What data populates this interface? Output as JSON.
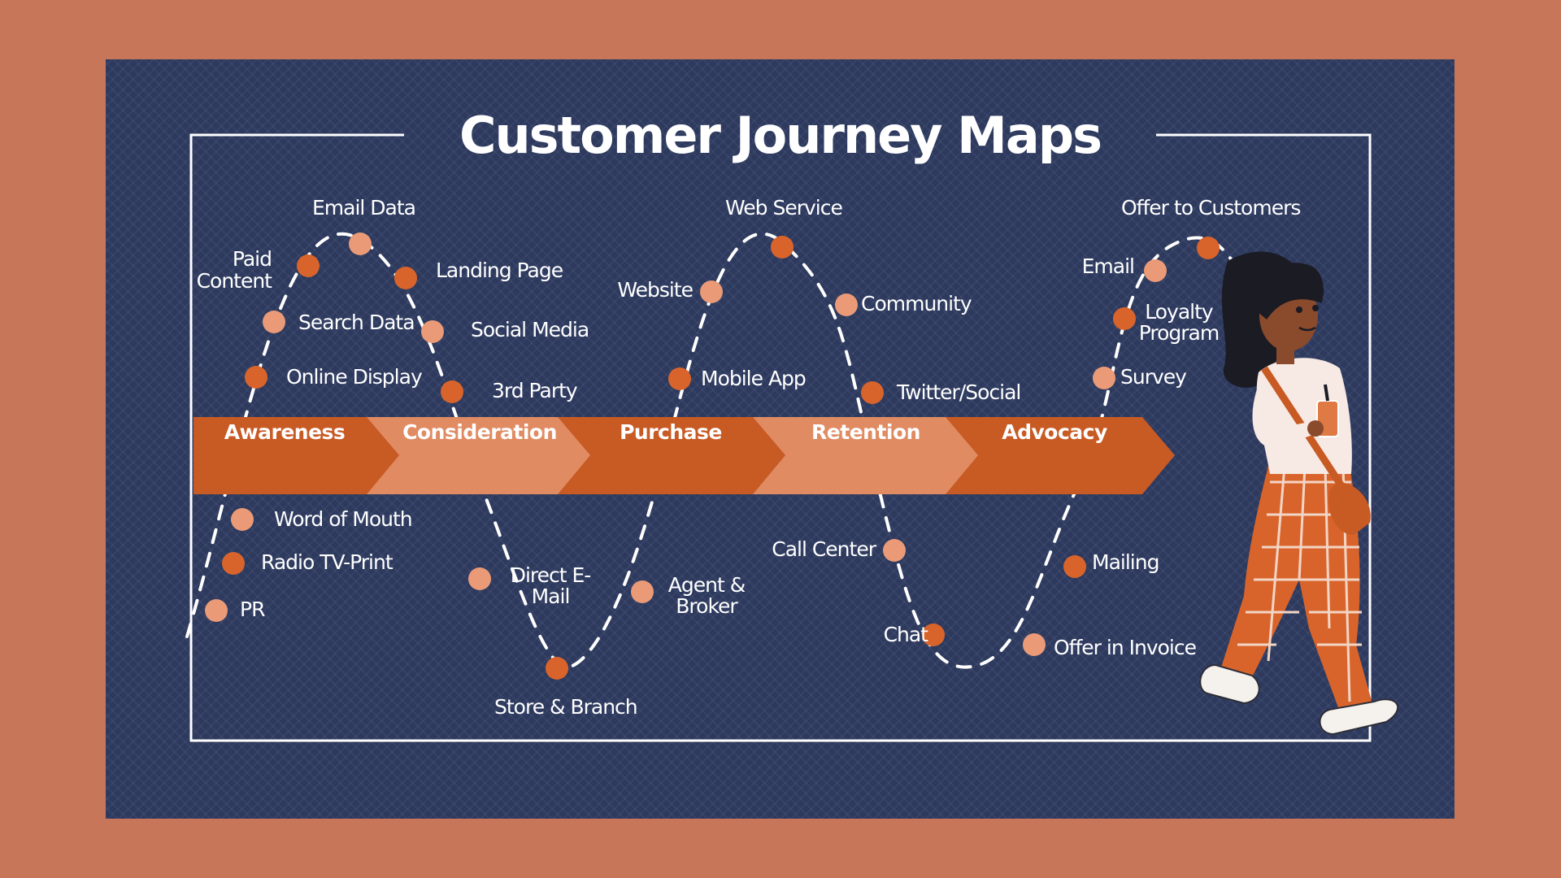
{
  "title": "Customer Journey Maps",
  "colors": {
    "outer_background": "#c8765a",
    "panel_background": "#2d3a5e",
    "arrow_dark": "#c85a24",
    "arrow_light": "#e08b62",
    "dot_dark": "#d9642b",
    "dot_light": "#ea9a77",
    "text": "#ffffff"
  },
  "stages": [
    "Awareness",
    "Consideration",
    "Purchase",
    "Retention",
    "Advocacy"
  ],
  "touchpoints": {
    "awareness_top": [
      "Paid Content",
      "Email Data",
      "Search Data",
      "Online Display"
    ],
    "consideration_top": [
      "Landing Page",
      "Social Media",
      "3rd Party"
    ],
    "awareness_bottom": [
      "Word of Mouth",
      "Radio TV-Print",
      "PR"
    ],
    "consideration_bottom": [
      "Direct E-Mail",
      "Store & Branch",
      "Agent & Broker"
    ],
    "purchase_top": [
      "Web Service",
      "Website",
      "Mobile App"
    ],
    "retention_top": [
      "Community",
      "Twitter/Social"
    ],
    "retention_bottom": [
      "Call Center",
      "Chat",
      "Offer in Invoice"
    ],
    "advocacy_bottom": [
      "Mailing"
    ],
    "advocacy_top": [
      "Offer to Customers",
      "Email",
      "Loyalty Program",
      "Survey"
    ]
  },
  "icons": [
    "woman-with-drink-illustration"
  ]
}
